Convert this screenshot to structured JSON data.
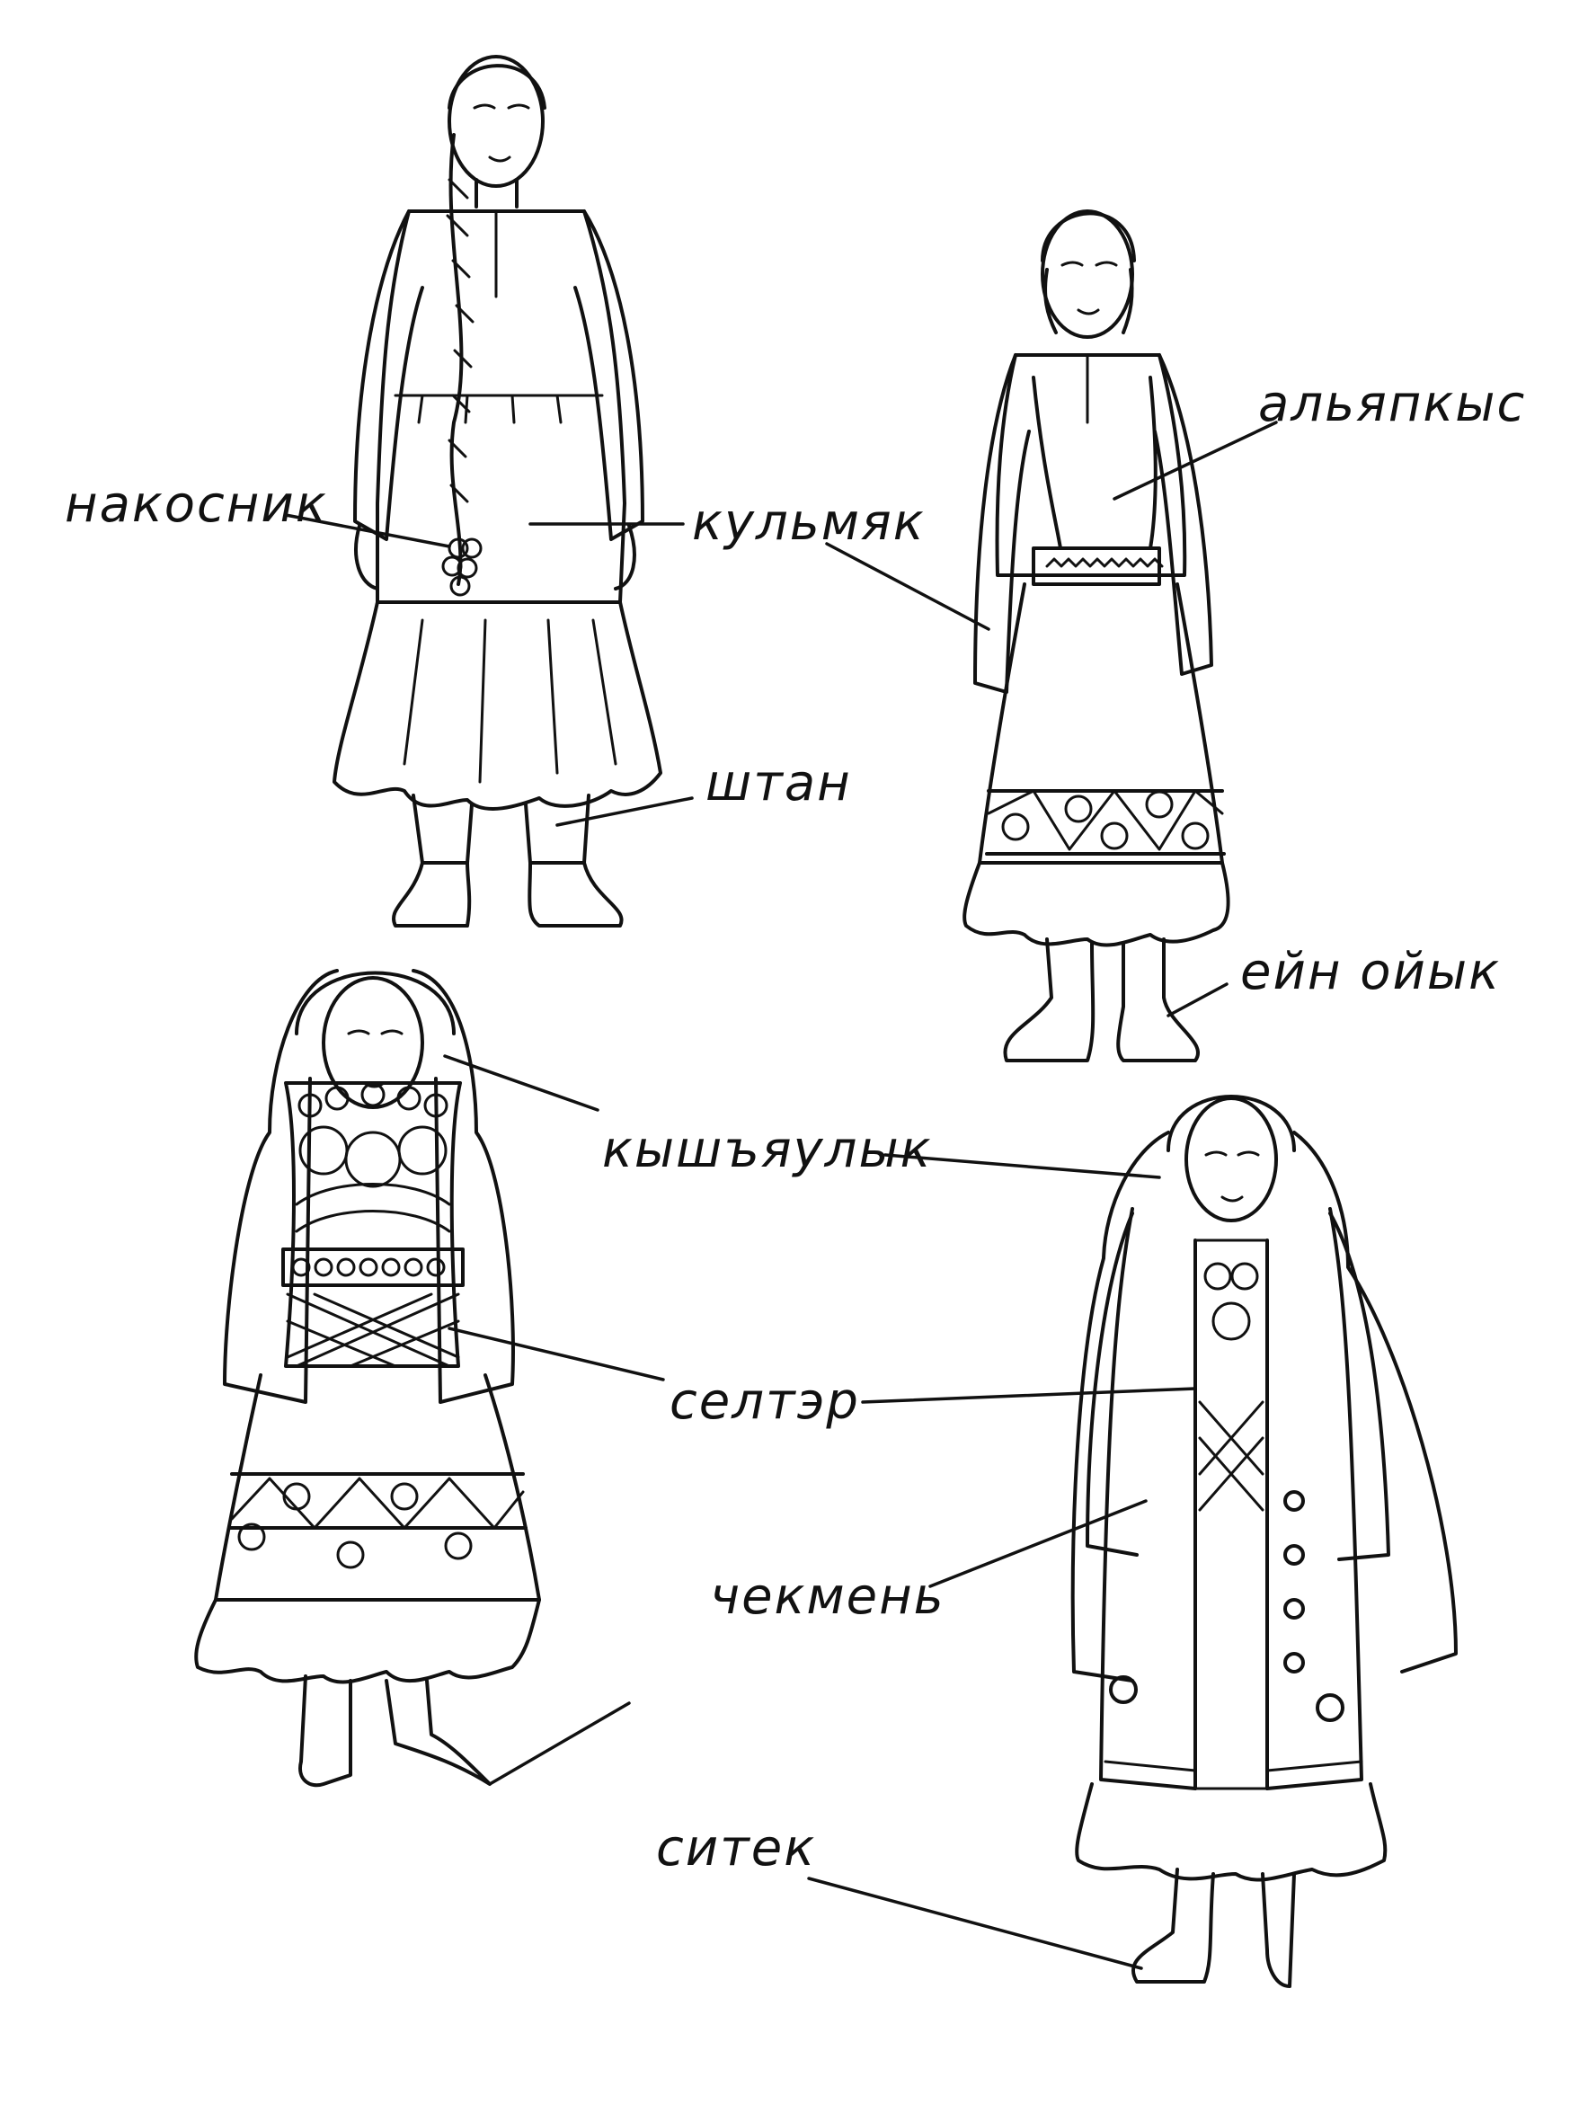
{
  "labels": {
    "nakosnik": "накосник",
    "kulmyak": "кульмяк",
    "alyapkys": "альяпкыс",
    "shtan": "штан",
    "yein_oiyk": "ейн ойык",
    "kyshyaulyk": "кышъяулык",
    "seltar": "селтэр",
    "chekmen": "чекмень",
    "sitek": "ситек"
  }
}
